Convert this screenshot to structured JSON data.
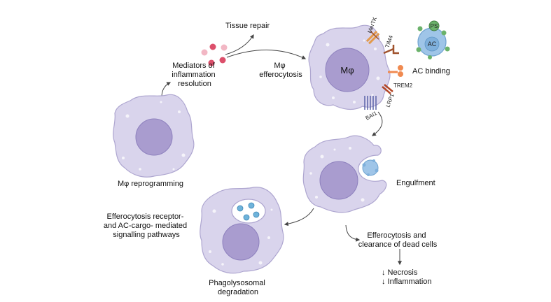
{
  "labels": {
    "tissue_repair": "Tissue repair",
    "mediators": [
      "Mediators of",
      "inflammation",
      "resolution"
    ],
    "mphi_efferocytosis": [
      "Mφ",
      "efferocytosis"
    ],
    "mphi_nucleus": "Mφ",
    "ac_binding": "AC binding",
    "engulfment": "Engulfment",
    "efferocytosis_clearance": [
      "Efferocytosis and",
      "clearance of dead cells"
    ],
    "outcomes": [
      "↓ Necrosis",
      "↓ Inflammation"
    ],
    "phagolysosomal": [
      "Phagolysosomal",
      "degradation"
    ],
    "signalling": [
      "Efferocytosis receptor-",
      "and AC-cargo- mediated",
      "signalling pathways"
    ],
    "reprogramming": "Mφ reprogramming"
  },
  "receptors": {
    "mertk": "MerTK",
    "tim4": "TIM4",
    "trem2": "TREM2",
    "lrp1": "LRP1",
    "bai1": "BAI1"
  },
  "apoptotic_cell": {
    "label": "AC",
    "ps_label": "PS"
  },
  "colors": {
    "cell_fill": "#d9d4ec",
    "cell_stroke": "#aea6d0",
    "nucleus": "#a99ccf",
    "nucleus_stroke": "#8d80bd",
    "ac_fill": "#9fc5e8",
    "ac_stroke": "#6fa3d0",
    "ps_green": "#6bb26b",
    "mediator_red": "#dc4f6b",
    "mediator_pink": "#f2b7c4",
    "arrow": "#444444",
    "mertk": "#e39a4c",
    "tim4": "#a0522d",
    "trem2": "#f08a50",
    "lrp1": "#b34727",
    "bai1": "#5a63a8"
  }
}
